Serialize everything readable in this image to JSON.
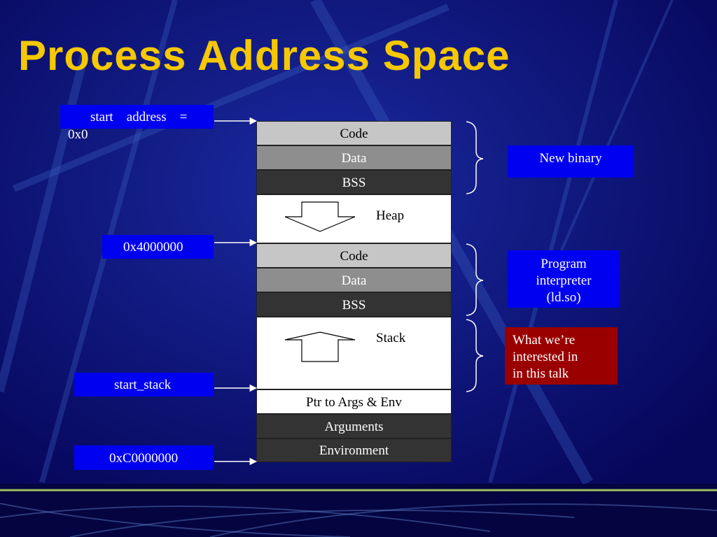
{
  "title": "Process Address Space",
  "colors": {
    "title": "#f5c800",
    "background": "#0a0a6e",
    "address_box": "#0000f0",
    "highlight_box": "#9b0000"
  },
  "segments": {
    "code1": "Code",
    "data1": "Data",
    "bss1": "BSS",
    "heap": "Heap",
    "code2": "Code",
    "data2": "Data",
    "bss2": "BSS",
    "stack": "Stack",
    "ptr_args_env": "Ptr to Args & Env",
    "arguments": "Arguments",
    "environment": "Environment"
  },
  "addresses": {
    "start_address_line1": "start    address    =",
    "start_address_line2": "0x0",
    "interp_base": "0x4000000",
    "start_stack": "start_stack",
    "top": "0xC0000000"
  },
  "annotations": {
    "new_binary": "New binary",
    "interp_line1": "Program",
    "interp_line2": "interpreter",
    "interp_line3": "(ld.so)",
    "interest_line1": "What we’re",
    "interest_line2": "interested in",
    "interest_line3": "in this talk"
  },
  "icons": {
    "heap_arrow": "down-arrow-icon",
    "stack_arrow": "up-arrow-icon"
  }
}
